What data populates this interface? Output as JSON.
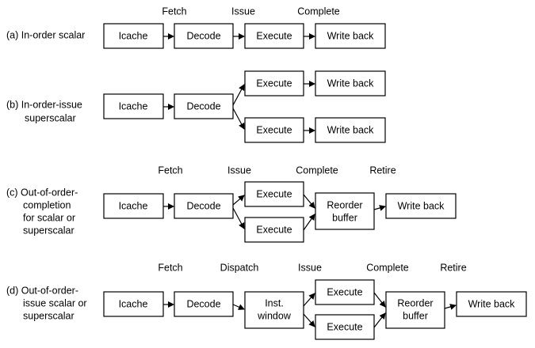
{
  "rows": [
    {
      "label": [
        "(a) In-order scalar"
      ],
      "stages": [
        "Fetch",
        "Issue",
        "Complete"
      ],
      "boxes": [
        "Icache",
        "Decode",
        "Execute",
        "Write back"
      ]
    },
    {
      "label": [
        "(b) In-order-issue",
        "superscalar"
      ],
      "stages": [],
      "boxes": [
        "Icache",
        "Decode",
        "Execute",
        "Write back",
        "Execute",
        "Write back"
      ]
    },
    {
      "label": [
        "(c) Out-of-order-",
        "completion",
        "for scalar or",
        "superscalar"
      ],
      "stages": [
        "Fetch",
        "Issue",
        "Complete",
        "Retire"
      ],
      "boxes": [
        "Icache",
        "Decode",
        "Execute",
        "Execute",
        [
          "Reorder",
          "buffer"
        ],
        "Write back"
      ]
    },
    {
      "label": [
        "(d) Out-of-order-",
        "issue scalar or",
        "superscalar"
      ],
      "stages": [
        "Fetch",
        "Dispatch",
        "Issue",
        "Complete",
        "Retire"
      ],
      "boxes": [
        "Icache",
        "Decode",
        [
          "Inst.",
          "window"
        ],
        "Execute",
        "Execute",
        [
          "Reorder",
          "buffer"
        ],
        "Write back"
      ]
    }
  ]
}
